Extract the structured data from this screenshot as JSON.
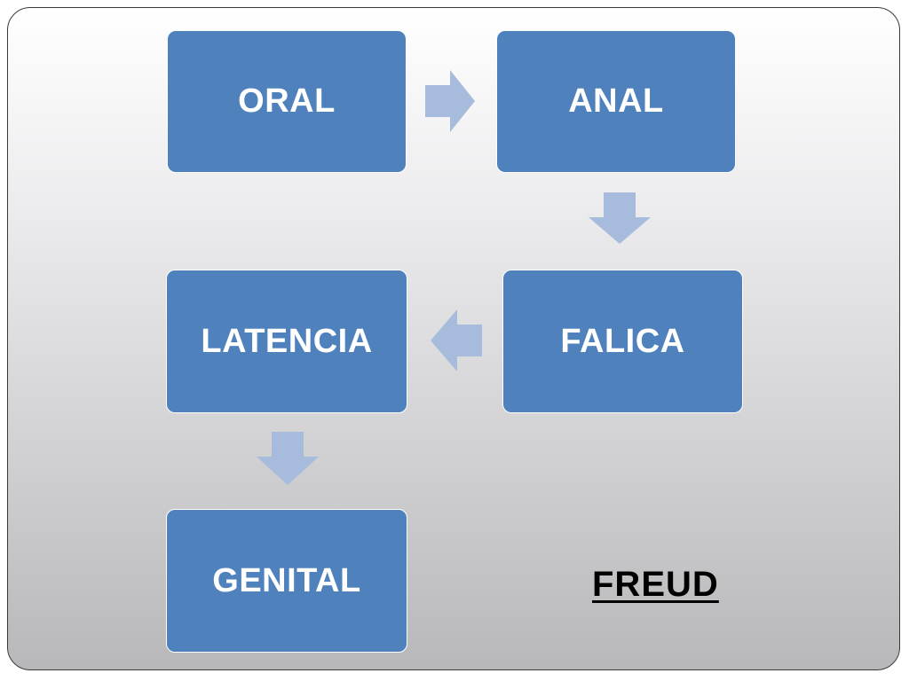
{
  "diagram": {
    "stages": {
      "oral": "ORAL",
      "anal": "ANAL",
      "falica": "FALICA",
      "latencia": "LATENCIA",
      "genital": "GENITAL"
    },
    "author_label": "FREUD",
    "colors": {
      "box_fill": "#4f81bd",
      "arrow_fill": "#a7bcdc",
      "text_on_box": "#ffffff"
    },
    "arrow_icons": [
      "arrow-right-icon",
      "arrow-down-icon",
      "arrow-left-icon",
      "arrow-down-icon"
    ]
  }
}
